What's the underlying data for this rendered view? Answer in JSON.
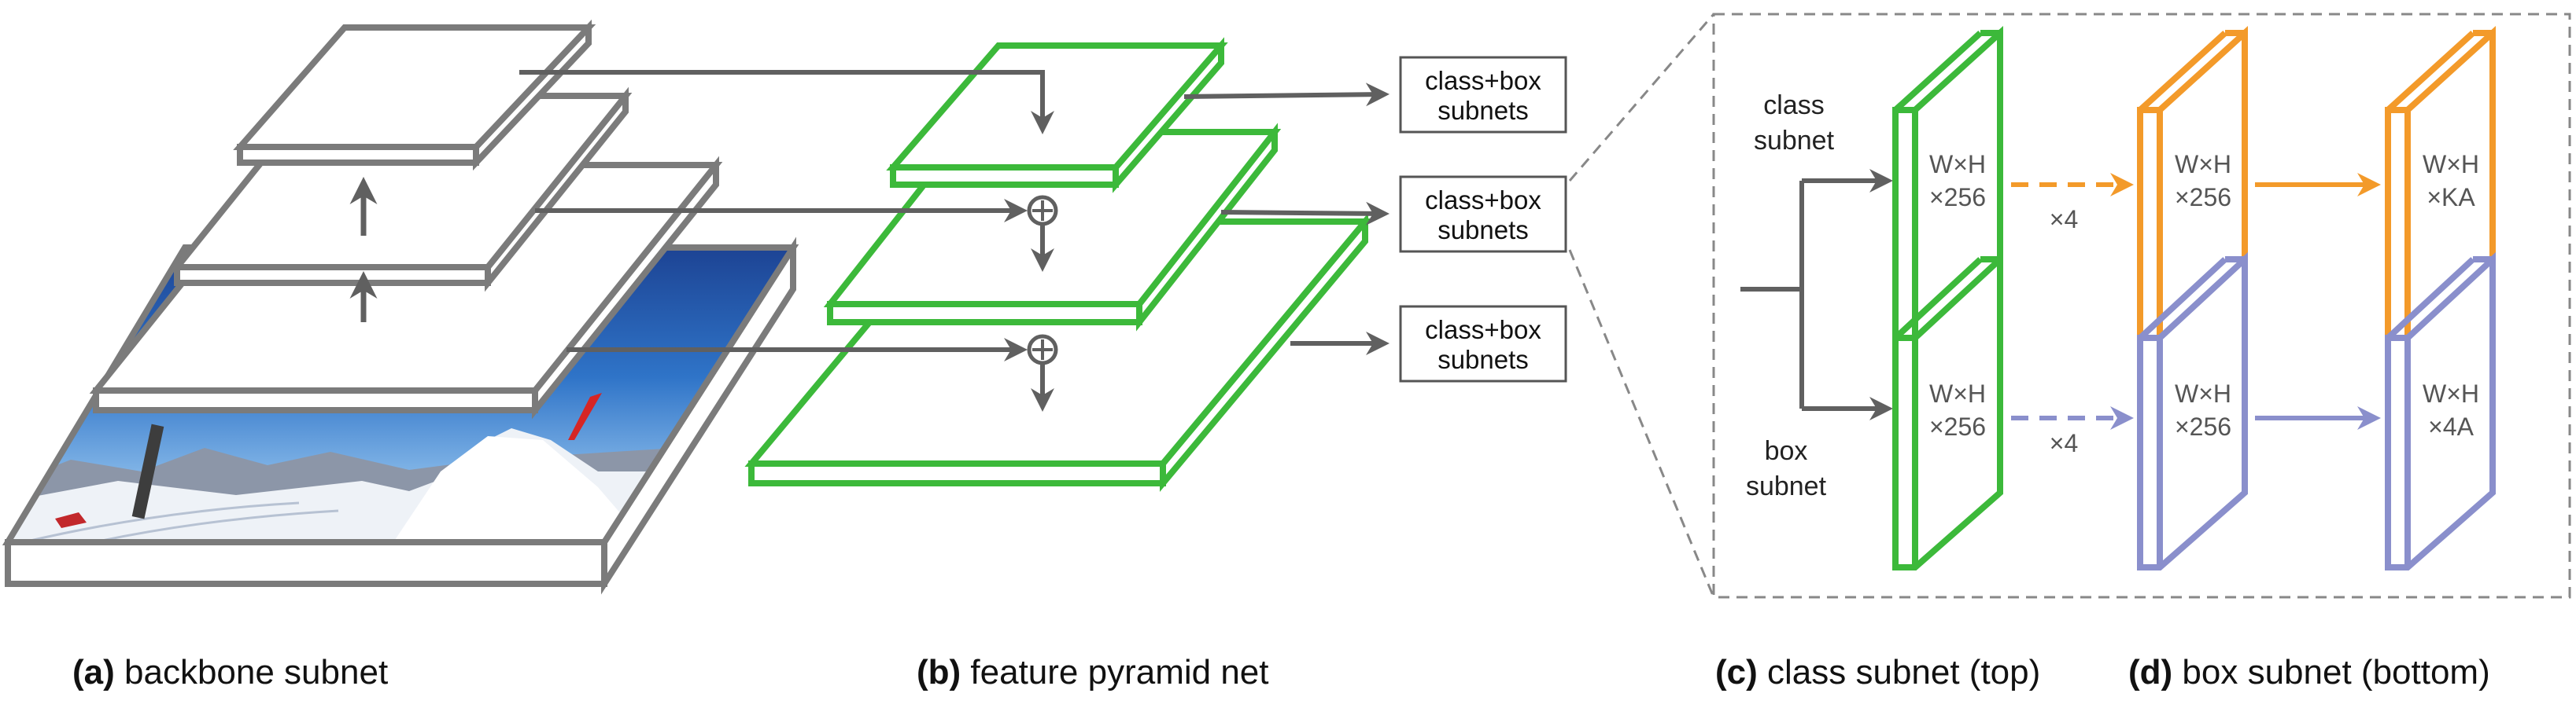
{
  "colors": {
    "gray": "#7b7b7b",
    "arrow": "#606060",
    "green": "#3cb93a",
    "orange": "#f39a2a",
    "purple": "#8a8fcc",
    "frame": "#888888"
  },
  "subnet_boxes": {
    "top": {
      "line1": "class+box",
      "line2": "subnets"
    },
    "middle": {
      "line1": "class+box",
      "line2": "subnets"
    },
    "bottom": {
      "line1": "class+box",
      "line2": "subnets"
    }
  },
  "detail": {
    "class_label_line1": "class",
    "class_label_line2": "subnet",
    "box_label_line1": "box",
    "box_label_line2": "subnet",
    "green_top": {
      "line1": "W×H",
      "line2": "×256"
    },
    "green_bottom": {
      "line1": "W×H",
      "line2": "×256"
    },
    "orange_mid": {
      "line1": "W×H",
      "line2": "×256"
    },
    "orange_out": {
      "line1": "W×H",
      "line2": "×KA"
    },
    "purple_mid": {
      "line1": "W×H",
      "line2": "×256"
    },
    "purple_out": {
      "line1": "W×H",
      "line2": "×4A"
    },
    "repeat_top": "×4",
    "repeat_bottom": "×4"
  },
  "captions": {
    "a": {
      "tag": "(a)",
      "text": " backbone subnet"
    },
    "b": {
      "tag": "(b)",
      "text": " feature pyramid net"
    },
    "c": {
      "tag": "(c)",
      "text": " class subnet (top)"
    },
    "d": {
      "tag": "(d)",
      "text": " box subnet (bottom)"
    }
  },
  "icons": [
    "sum-node-icon",
    "ski-slope-photo"
  ]
}
